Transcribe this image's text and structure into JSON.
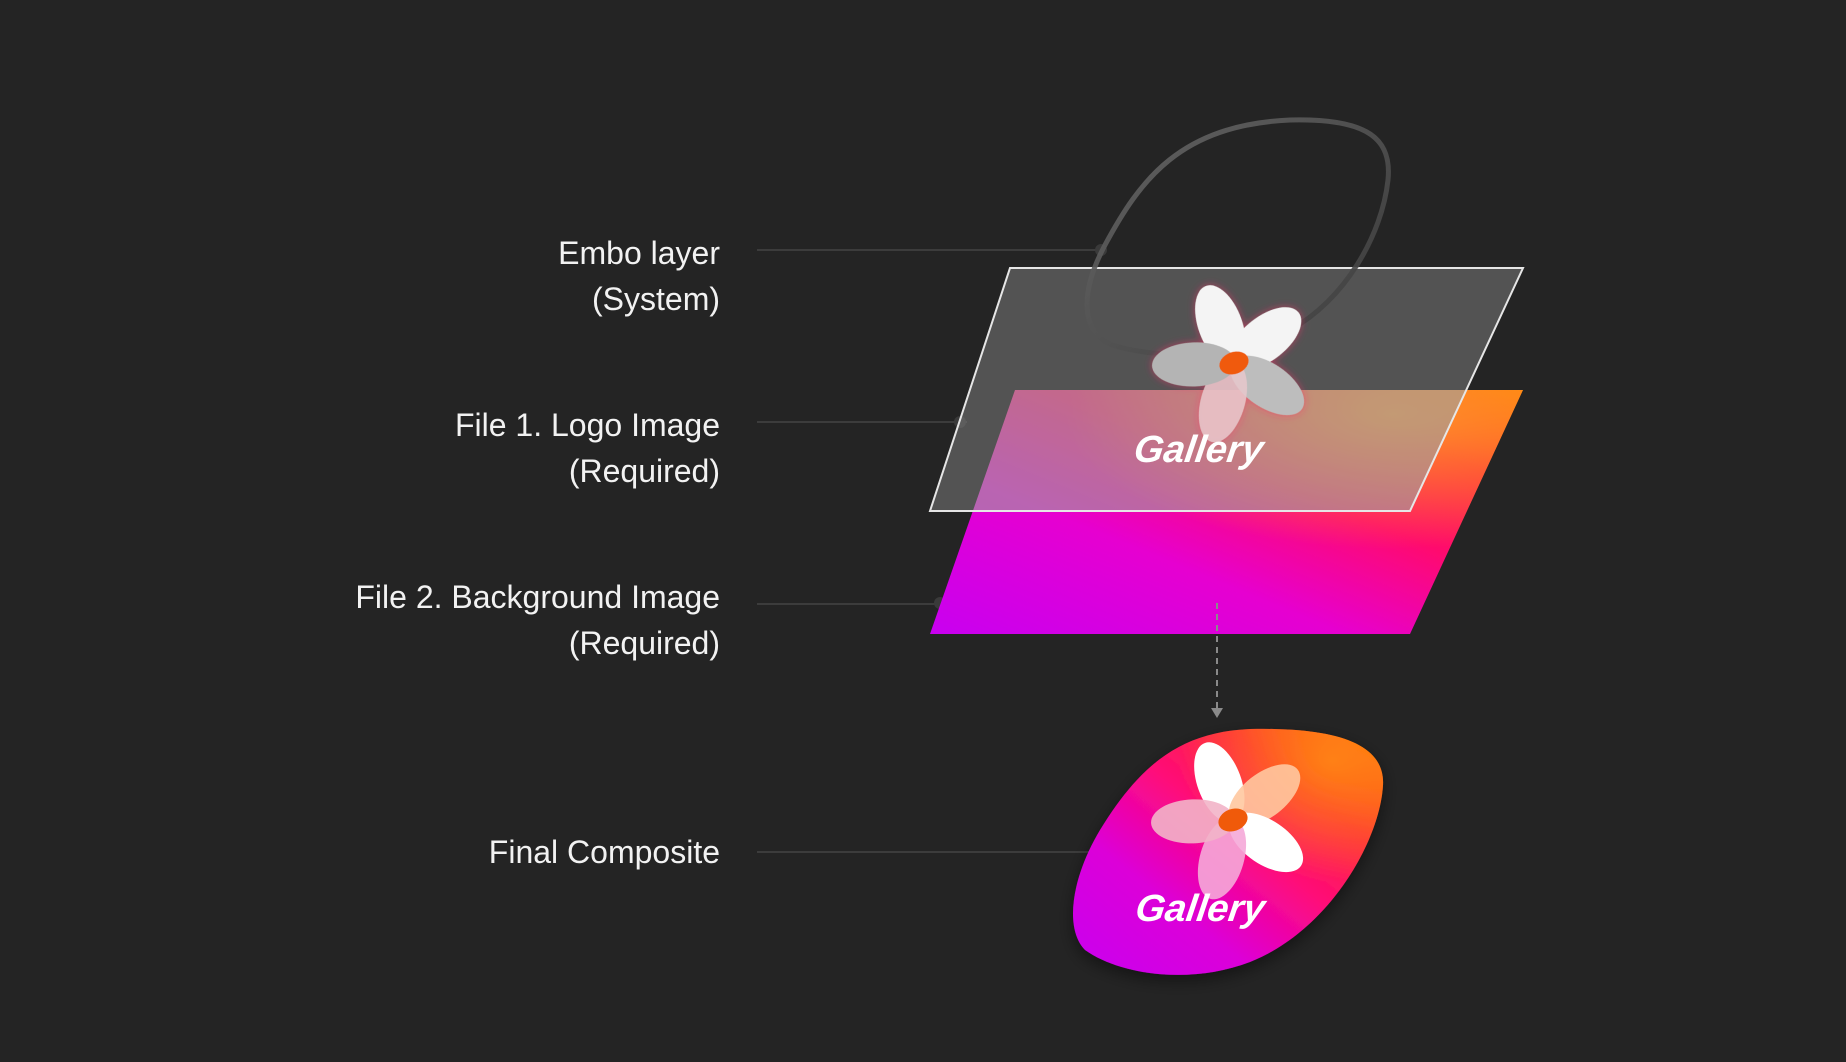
{
  "diagram": {
    "background_color": "#242424",
    "layers": [
      {
        "id": "embo",
        "line1": "Embo layer",
        "line2": "(System)"
      },
      {
        "id": "logo",
        "line1": "File 1. Logo Image",
        "line2": "(Required)"
      },
      {
        "id": "background",
        "line1": "File 2. Background Image",
        "line2": "(Required)"
      },
      {
        "id": "final",
        "line1": "Final Composite"
      }
    ],
    "logo_text": "Gallery",
    "composite_logo_text": "Gallery",
    "colors": {
      "gradient_purple": "#c800f0",
      "gradient_magenta": "#f0009a",
      "gradient_red": "#ff0a50",
      "gradient_orange": "#ff7a00",
      "flower_center": "#f05a0a",
      "glass_fill": "#5a5a5a",
      "glass_stroke": "#e6e6e6",
      "leader_line": "#3c3c3c",
      "arrow": "#8a8a8a"
    }
  }
}
